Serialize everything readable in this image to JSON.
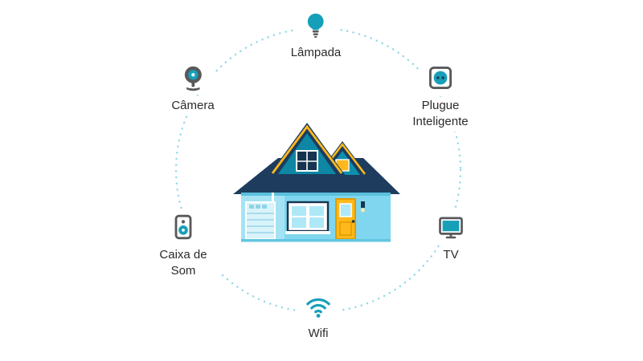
{
  "diagram": {
    "description": "Smart home devices connected around a house",
    "nodes": [
      {
        "id": "lampada",
        "label": "Lâmpada",
        "icon": "lightbulb-icon"
      },
      {
        "id": "camera",
        "label": "Câmera",
        "icon": "camera-icon"
      },
      {
        "id": "plugue",
        "label": "Plugue Inteligente",
        "icon": "smart-plug-icon"
      },
      {
        "id": "caixa-de-som",
        "label": "Caixa de Som",
        "icon": "speaker-icon"
      },
      {
        "id": "tv",
        "label": "TV",
        "icon": "tv-icon"
      },
      {
        "id": "wifi",
        "label": "Wifi",
        "icon": "wifi-icon"
      }
    ],
    "colors": {
      "accent_teal": "#169fb9",
      "icon_gray": "#58595b",
      "dotted_ring": "#8fd8e9",
      "text": "#2b2b2b",
      "roof_navy": "#1d3c5e",
      "house_blue": "#7fd6ee",
      "gable_teal": "#0d87a3",
      "trim_yellow": "#ffb81c"
    }
  }
}
